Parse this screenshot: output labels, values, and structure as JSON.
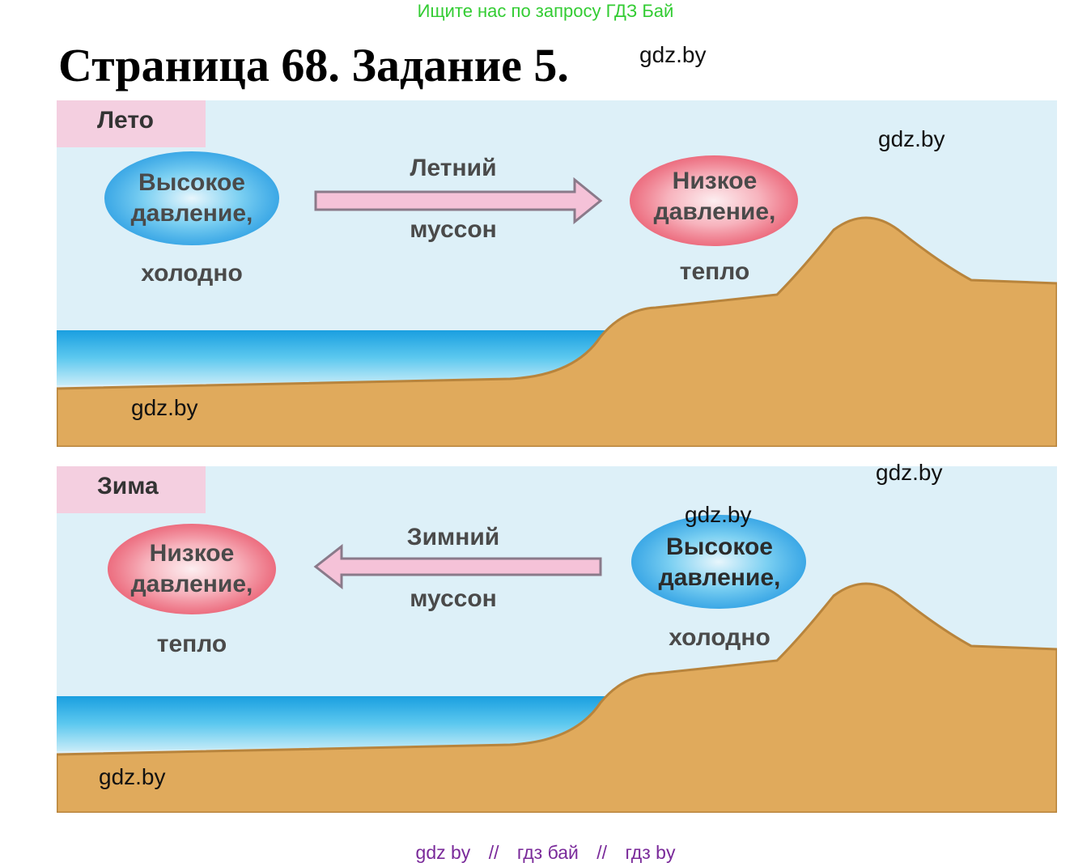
{
  "banner": "Ищите нас по запросу ГДЗ Бай",
  "title": "Страница 68. Задание 5.",
  "watermark": "gdz.by",
  "summer": {
    "label": "Лето",
    "left_text_1": "Высокое",
    "left_text_2": "давление,",
    "left_caption": "холодно",
    "arrow_top": "Летний",
    "arrow_bottom": "муссон",
    "right_text_1": "Низкое",
    "right_text_2": "давление,",
    "right_caption": "тепло"
  },
  "winter": {
    "label": "Зима",
    "left_text_1": "Низкое",
    "left_text_2": "давление,",
    "left_caption": "тепло",
    "arrow_top": "Зимний",
    "arrow_bottom": "муссон",
    "right_text_1": "Высокое",
    "right_text_2": "давление,",
    "right_caption": "холодно"
  },
  "footer": {
    "item1": "gdz by",
    "sep1": "//",
    "item2": "гдз бай",
    "sep2": "//",
    "item3": "гдз by"
  },
  "colors": {
    "sky": "#ddf0f8",
    "land": "#e0aa5c",
    "water": "#29b6e8",
    "label_bg": "#f4cfe0",
    "arrow_fill": "#f5c2d8",
    "arrow_stroke": "#8a7a8a",
    "high_pressure": "#2fa6e6",
    "low_pressure": "#f06a7a",
    "banner": "#33cc33",
    "footer": "#7a2a9a"
  }
}
